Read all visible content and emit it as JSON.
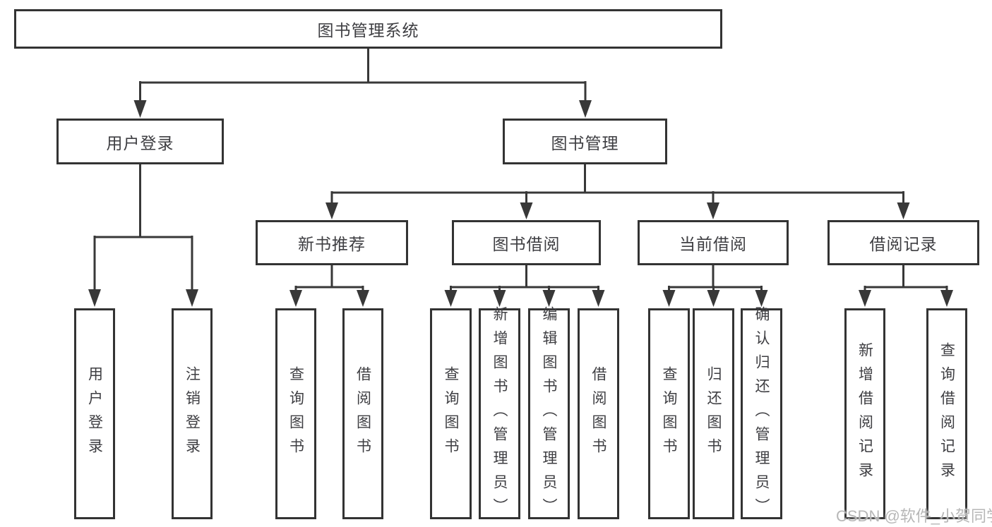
{
  "diagram": {
    "type": "hierarchy-tree",
    "nodes": {
      "root": "图书管理系统",
      "user_login": "用户登录",
      "book_management": "图书管理",
      "new_book_recommend": "新书推荐",
      "book_borrowing": "图书借阅",
      "current_borrowing": "当前借阅",
      "borrowing_records": "借阅记录",
      "leaves": {
        "user": [
          "用户登录",
          "注销登录"
        ],
        "recommend": [
          "查询图书",
          "借阅图书"
        ],
        "borrowing": [
          "查询图书",
          "新增图书（管理员）",
          "编辑图书（管理员）",
          "借阅图书"
        ],
        "current": [
          "查询图书",
          "归还图书",
          "确认归还（管理员）"
        ],
        "records": [
          "新增借阅记录",
          "查询借阅记录"
        ]
      }
    },
    "colors": {
      "line": "#383838",
      "box_border": "#333333",
      "box_fill": "#ffffff",
      "text": "#3e3e42",
      "background": "#ffffff",
      "watermark_text": "#b7b7b7"
    }
  },
  "watermark": "CSDN @软件_小贺同学"
}
